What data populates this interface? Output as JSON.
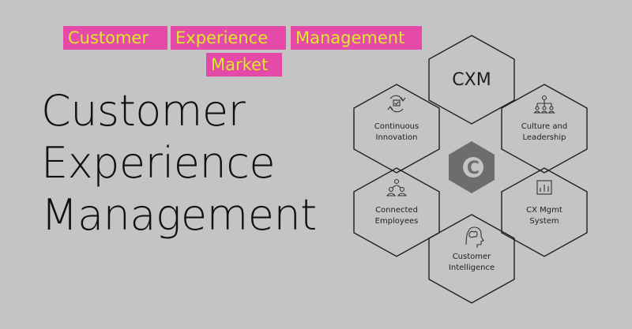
{
  "banner": {
    "words": [
      "Customer",
      "Experience",
      "Management",
      "Market"
    ]
  },
  "headline": {
    "lines": [
      "Customer",
      "Experience",
      "Management"
    ]
  },
  "hexagons": [
    {
      "id": "cxm",
      "label": "CXM"
    },
    {
      "id": "continuous-innovation",
      "label_lines": [
        "Continuous",
        "Innovation"
      ],
      "icon": "refresh-check-icon"
    },
    {
      "id": "culture-leadership",
      "label_lines": [
        "Culture and",
        "Leadership"
      ],
      "icon": "org-chart-icon"
    },
    {
      "id": "connected-employees",
      "label_lines": [
        "Connected",
        "Employees"
      ],
      "icon": "people-group-icon"
    },
    {
      "id": "cx-mgmt-system",
      "label_lines": [
        "CX Mgmt",
        "System"
      ],
      "icon": "bar-chart-icon"
    },
    {
      "id": "customer-intelligence",
      "label_lines": [
        "Customer",
        "Intelligence"
      ],
      "icon": "brain-head-icon"
    }
  ],
  "center_logo": {
    "letter": "C",
    "icon": "c-logo-icon"
  },
  "colors": {
    "background": "#c4c4c4",
    "banner_bg": "#e64aa8",
    "banner_text": "#d9ea2a",
    "logo_gray": "#6d6d6d"
  }
}
